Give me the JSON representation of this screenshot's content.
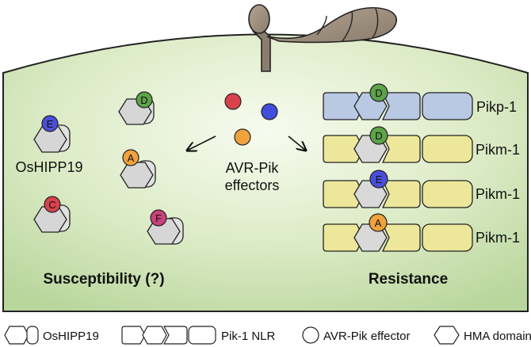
{
  "effectors": {
    "caption_line1": "AVR-Pik",
    "caption_line2": "effectors",
    "colors": {
      "red": "#d8434b",
      "blue": "#3f4fd9",
      "orange": "#f0a23c",
      "green": "#5ea24a",
      "pink": "#c9417a"
    }
  },
  "susceptibility": {
    "heading": "Susceptibility (?)",
    "hipp_label": "OsHIPP19",
    "complexes": [
      {
        "letter": "E",
        "color": "#4a4fd8"
      },
      {
        "letter": "D",
        "color": "#5ea24a"
      },
      {
        "letter": "A",
        "color": "#f0a23c"
      },
      {
        "letter": "C",
        "color": "#d8434b"
      },
      {
        "letter": "F",
        "color": "#c9417a"
      }
    ]
  },
  "resistance": {
    "heading": "Resistance",
    "rows": [
      {
        "label": "Pikp-1",
        "letter": "D",
        "effector_color": "#5ea24a",
        "nlr_color": "#b9c9e4"
      },
      {
        "label": "Pikm-1",
        "letter": "D",
        "effector_color": "#5ea24a",
        "nlr_color": "#ece79a"
      },
      {
        "label": "Pikm-1",
        "letter": "E",
        "effector_color": "#4a4fd8",
        "nlr_color": "#ece79a"
      },
      {
        "label": "Pikm-1",
        "letter": "A",
        "effector_color": "#f0a23c",
        "nlr_color": "#ece79a"
      }
    ]
  },
  "legend": {
    "hipp": "OsHIPP19",
    "nlr": "Pik-1 NLR",
    "effector": "AVR-Pik effector",
    "hma": "HMA domain"
  }
}
